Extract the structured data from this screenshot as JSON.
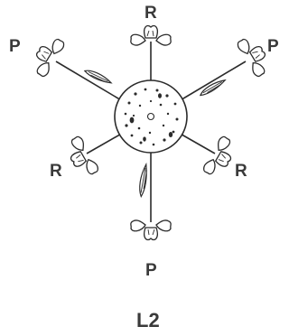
{
  "labels": {
    "top": "R",
    "upper_left": "P",
    "upper_right": "P",
    "lower_left": "R",
    "lower_right": "R",
    "bottom": "P"
  },
  "caption": "L2",
  "colors": {
    "ink": "#2b2b2b",
    "fill": "#ffffff",
    "text": "#3a3a3a"
  }
}
